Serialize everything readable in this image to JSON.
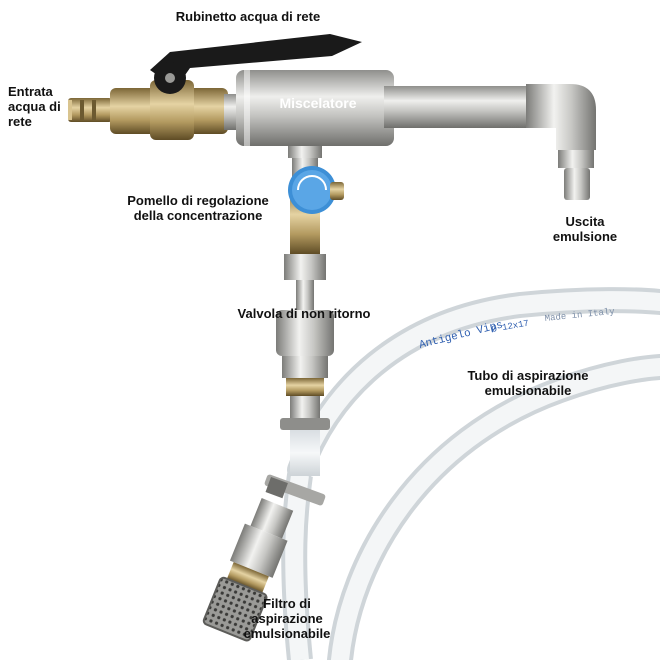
{
  "labels": {
    "tap": "Rubinetto acqua di rete",
    "inlet": "Entrata\nacqua di\nrete",
    "mixer": "Miscelatore",
    "knob": "Pomello di regolazione\ndella concentrazione",
    "outlet": "Uscita\nemulsione",
    "check_valve": "Valvola di non ritorno",
    "hose": "Tubo di aspirazione\nemulsionabile",
    "filter": "Filtro di\naspirazione\nemulsionabile"
  },
  "hose_print": {
    "brand": "Antigelo Vips",
    "code": "Ø 12x17",
    "made": "Made in Italy"
  },
  "colors": {
    "steel": "#b9b9b6",
    "steel_light": "#eeeeec",
    "brass": "#b59a5d",
    "handle": "#1a1a1a",
    "knob": "#3d8fd6",
    "hose": "#e8ecee",
    "hose_text": "#2f5fb0"
  }
}
